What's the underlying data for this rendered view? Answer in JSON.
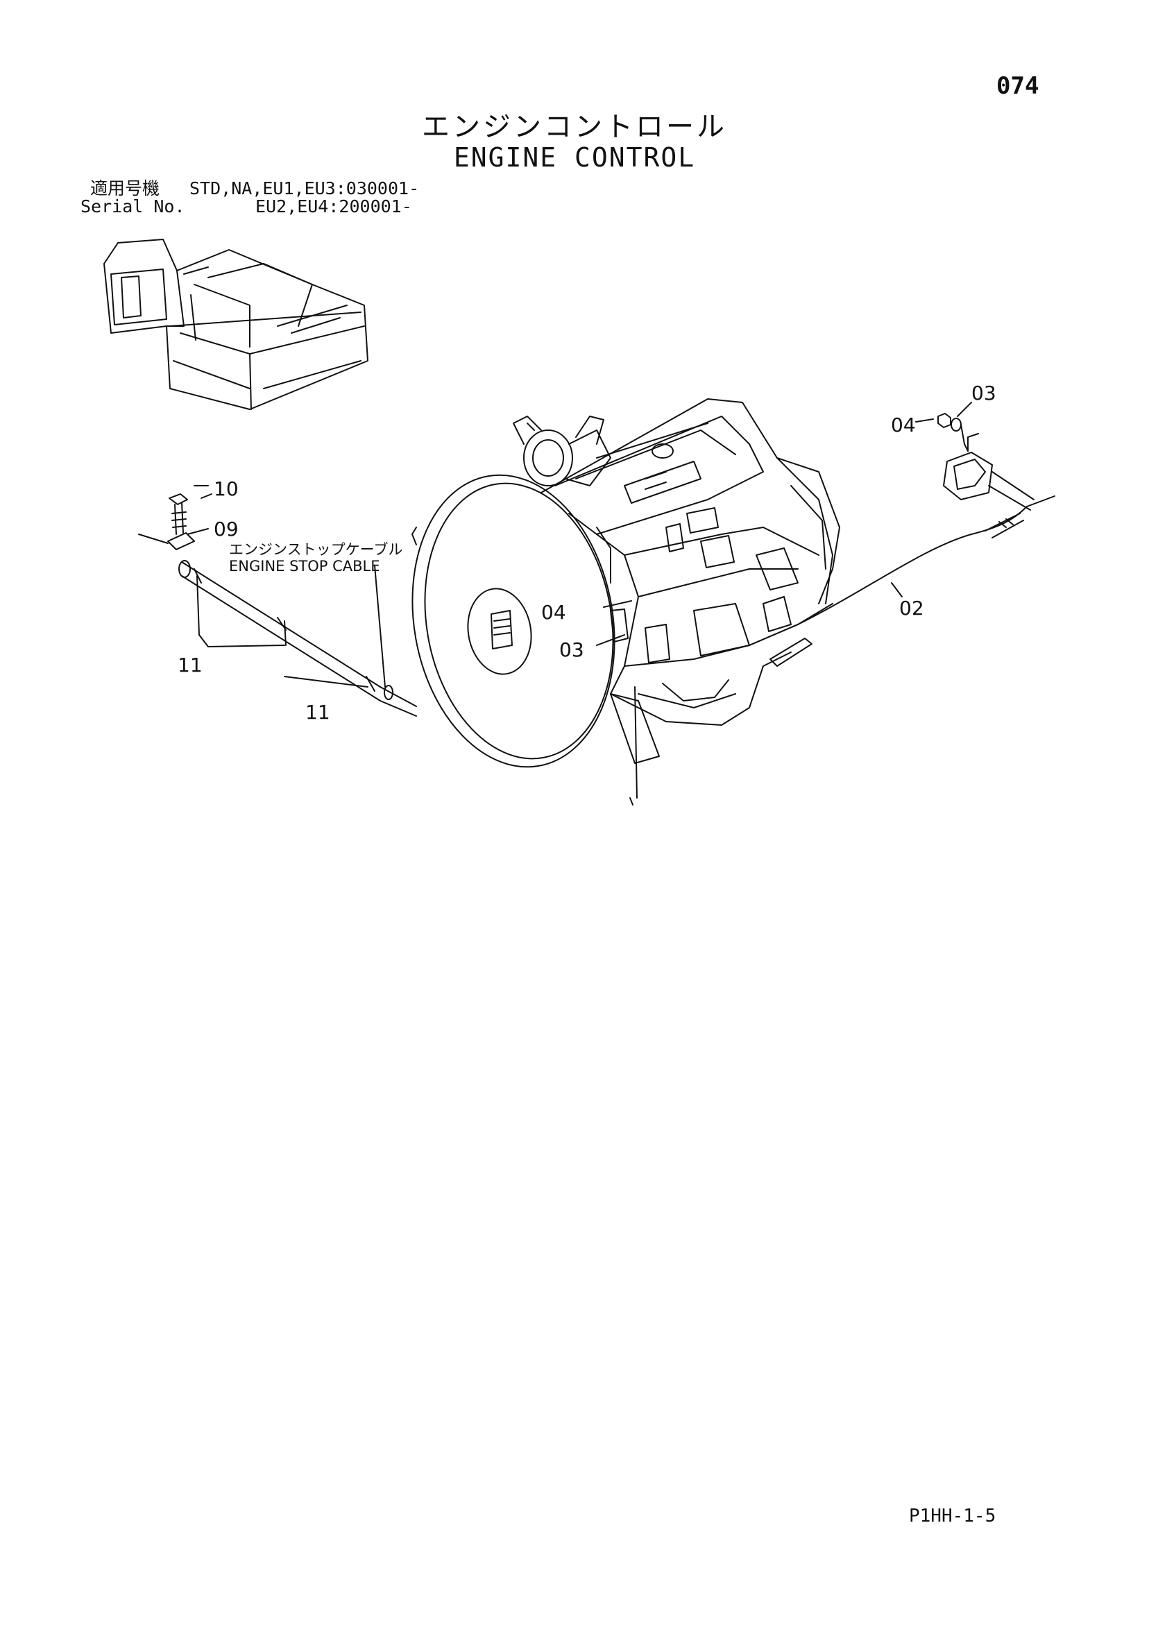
{
  "page_number": "074",
  "title_jp": "エンジンコントロール",
  "title_en": "ENGINE CONTROL",
  "serial": {
    "label_jp": "適用号機",
    "label_en": "Serial No.",
    "value_line1": "STD,NA,EU1,EU3:030001-",
    "value_line2": "EU2,EU4:200001-"
  },
  "cable_label": {
    "jp": "エンジンストップケーブル",
    "en": "ENGINE STOP CABLE"
  },
  "callouts": {
    "c10": "10",
    "c09": "09",
    "c11a": "11",
    "c11b": "11",
    "c04_main": "04",
    "c03_main": "03",
    "c02": "02",
    "c04_top": "04",
    "c03_top": "03"
  },
  "footer_code": "P1HH-1-5"
}
